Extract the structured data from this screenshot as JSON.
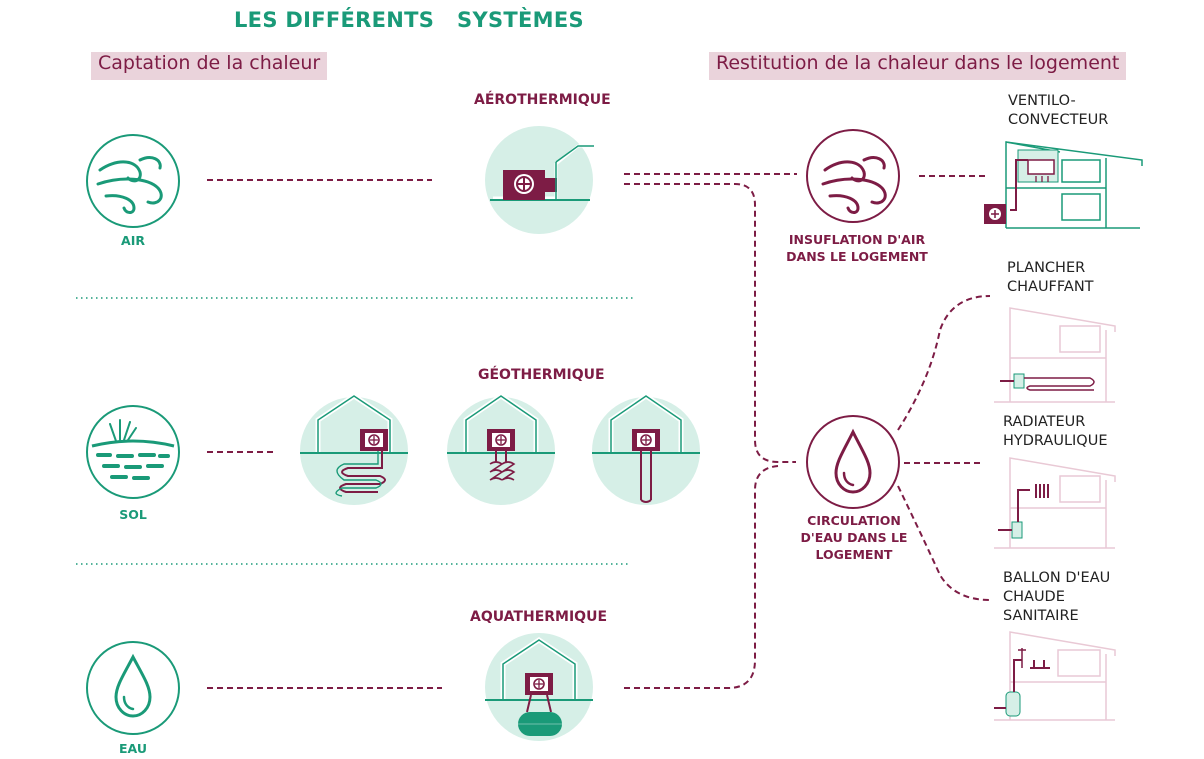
{
  "title": "LES DIFFÉRENTS   SYSTÈMES",
  "sections": {
    "capture": "Captation de la chaleur",
    "restitution": "Restitution de la chaleur dans le logement"
  },
  "sources": {
    "air": "AIR",
    "sol": "SOL",
    "eau": "EAU"
  },
  "systems": {
    "aero": "AÉROTHERMIQUE",
    "geo": "GÉOTHERMIQUE",
    "aqua": "AQUATHERMIQUE"
  },
  "distribution": {
    "air_line1": "INSUFLATION D'AIR",
    "air_line2": "DANS LE LOGEMENT",
    "water_line1": "CIRCULATION",
    "water_line2": "D'EAU DANS LE",
    "water_line3": "LOGEMENT"
  },
  "outputs": {
    "ventilo_1": "VENTILO-",
    "ventilo_2": "CONVECTEUR",
    "plancher_1": "PLANCHER",
    "plancher_2": "CHAUFFANT",
    "radiateur_1": "RADIATEUR",
    "radiateur_2": "HYDRAULIQUE",
    "ballon_1": "BALLON D'EAU",
    "ballon_2": "CHAUDE",
    "ballon_3": "SANITAIRE"
  },
  "colors": {
    "green": "#1a9a78",
    "maroon": "#7d1c45",
    "mint": "#d6efe7",
    "pink_band": "#ead3db"
  }
}
